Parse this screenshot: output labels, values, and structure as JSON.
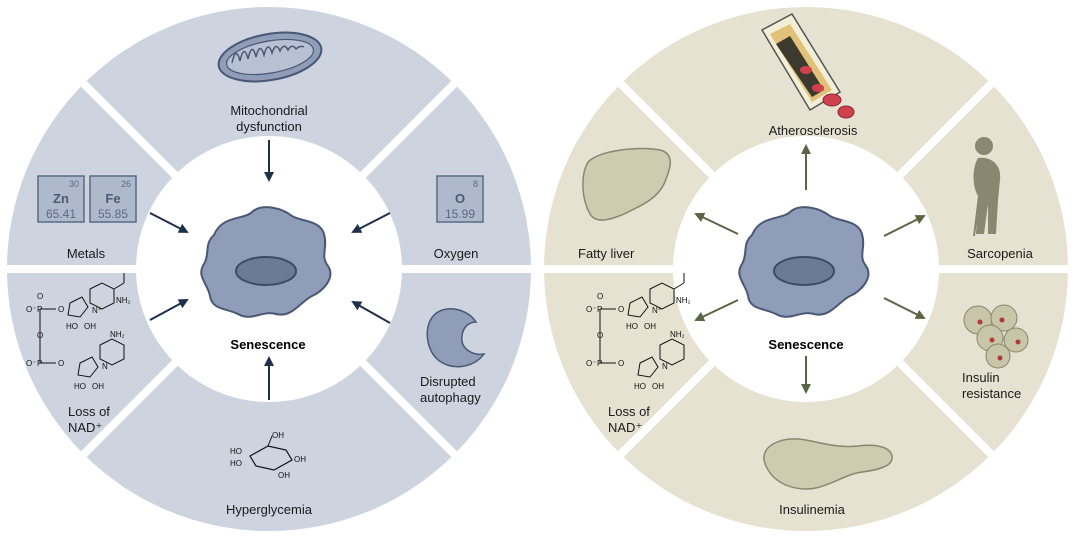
{
  "colors": {
    "left_ring": "#cdd3df",
    "right_ring": "#e6e2d2",
    "cell_fill": "#8f9db8",
    "cell_stroke": "#4a5775",
    "nucleus": "#6b7a97",
    "left_arrow": "#1f3049",
    "right_arrow": "#5c6445"
  },
  "left": {
    "center_label": "Senescence",
    "labels": {
      "mito_1": "Mitochondrial",
      "mito_2": "dysfunction",
      "metals": "Metals",
      "oxygen": "Oxygen",
      "loss_1": "Loss of",
      "loss_2": "NAD⁺",
      "autophagy_1": "Disrupted",
      "autophagy_2": "autophagy",
      "hyperglycemia": "Hyperglycemia"
    },
    "elements": [
      {
        "symbol": "Zn",
        "number": "30",
        "mass": "65.41"
      },
      {
        "symbol": "Fe",
        "number": "26",
        "mass": "55.85"
      },
      {
        "symbol": "O",
        "number": "8",
        "mass": "15.99"
      }
    ]
  },
  "right": {
    "center_label": "Senescence",
    "labels": {
      "athero": "Atherosclerosis",
      "fatty": "Fatty liver",
      "sarcopenia": "Sarcopenia",
      "loss_1": "Loss of",
      "loss_2": "NAD⁺",
      "insulin_res_1": "Insulin",
      "insulin_res_2": "resistance",
      "insulinemia": "Insulinemia"
    }
  },
  "chem": {
    "o_minus": "O⁻",
    "p": "P",
    "o": "O",
    "nh2": "NH₂",
    "n": "N",
    "n_plus": "N⁺",
    "ho": "HO",
    "oh": "OH",
    "gl_oh": "OH"
  }
}
